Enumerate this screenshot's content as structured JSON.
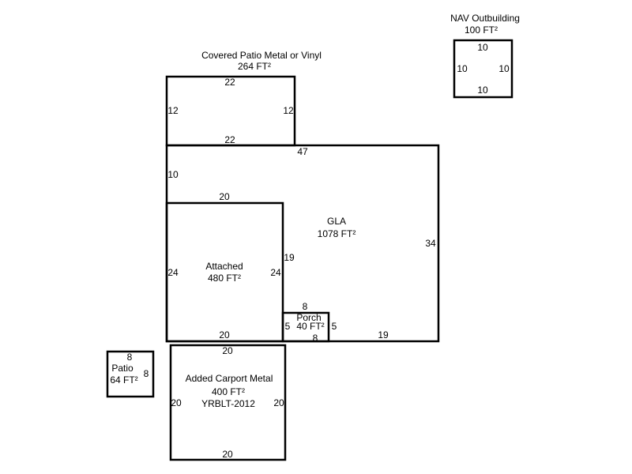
{
  "outbuilding": {
    "name": "NAV Outbuilding",
    "area": "100 FT²",
    "top": "10",
    "bottom": "10",
    "left": "10",
    "right": "10"
  },
  "covered_patio": {
    "name": "Covered Patio Metal or Vinyl",
    "area": "264 FT²",
    "top": "22",
    "bottom": "22",
    "left": "12",
    "right": "12"
  },
  "gla": {
    "name": "GLA",
    "area": "1078 FT²",
    "top": "47",
    "right": "34",
    "left_upper": "10",
    "inner_left": "19",
    "bottom_right": "19"
  },
  "attached": {
    "name": "Attached",
    "area": "480 FT²",
    "top": "20",
    "bottom": "20",
    "left": "24",
    "right": "24"
  },
  "porch": {
    "name": "Porch",
    "area": "40 FT²",
    "top": "8",
    "bottom": "8",
    "left": "5",
    "right": "5"
  },
  "patio": {
    "name": "Patio",
    "area": "64 FT²",
    "top": "8",
    "right": "8"
  },
  "carport": {
    "name": "Added Carport Metal",
    "area": "400 FT²",
    "year": "YRBLT-2012",
    "top": "20",
    "bottom": "20",
    "left": "20",
    "right": "20"
  },
  "colors": {
    "line": "#000000",
    "background": "#ffffff"
  }
}
